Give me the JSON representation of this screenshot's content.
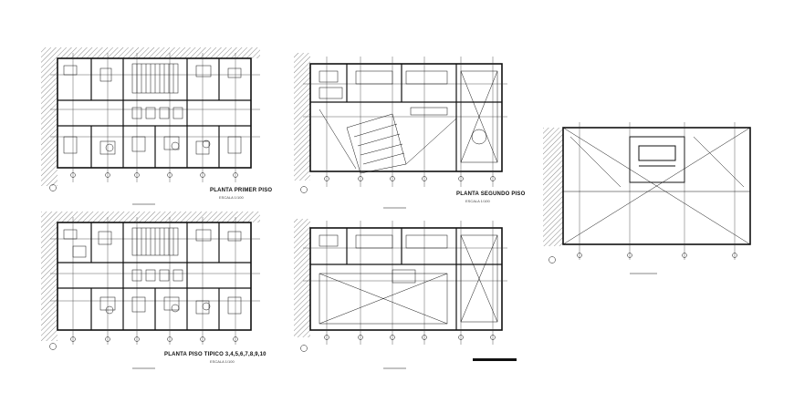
{
  "drawing": {
    "ink_color": "#111111",
    "hatch_color": "#9a9a9a",
    "background": "#ffffff",
    "plans": [
      {
        "id": "plan-1",
        "title": "PLANTA PRIMER PISO",
        "scale_note": "ESCALA 1/100"
      },
      {
        "id": "plan-2",
        "title": "PLANTA SEGUNDO PISO",
        "scale_note": "ESCALA 1/100"
      },
      {
        "id": "plan-3",
        "title": "PLANTA PISO TIPICO 3,4,5,6,7,8,9,10",
        "scale_note": "ESCALA 1/100"
      },
      {
        "id": "plan-4",
        "title": "",
        "scale_note": ""
      },
      {
        "id": "plan-5",
        "title": "",
        "scale_note": ""
      }
    ]
  }
}
